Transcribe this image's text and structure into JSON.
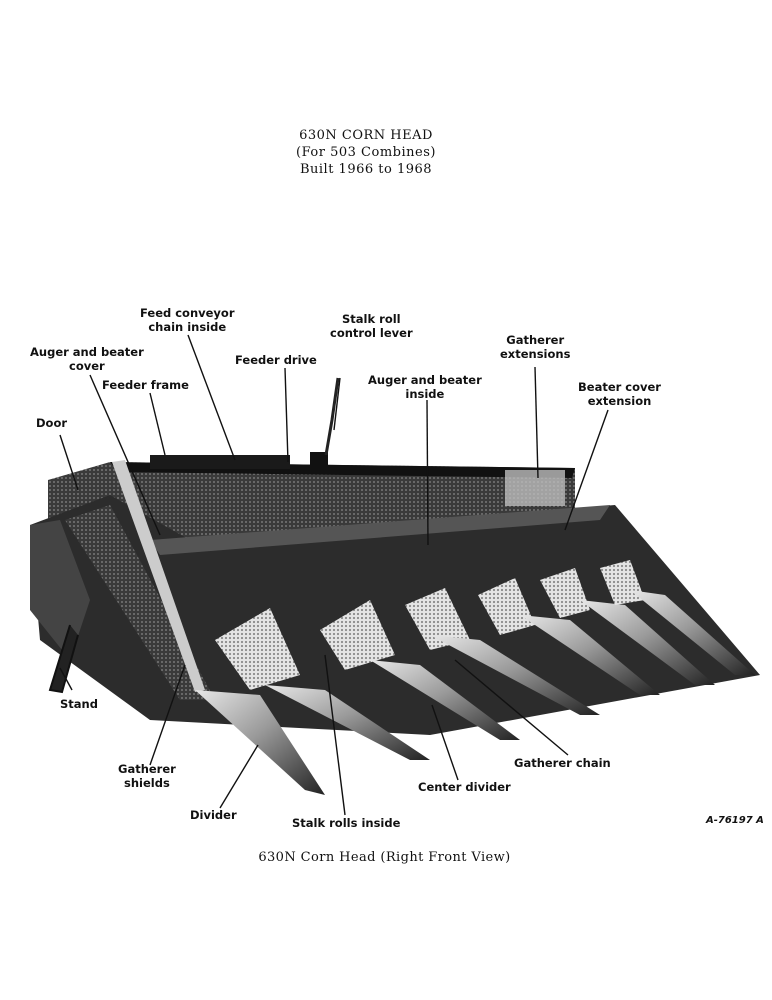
{
  "title": {
    "line1": "630N CORN HEAD",
    "line2": "(For 503 Combines)",
    "line3": "Built 1966 to 1968"
  },
  "labels": {
    "feed_conveyor": "Feed conveyor\nchain inside",
    "stalk_roll_lever": "Stalk roll\ncontrol lever",
    "gatherer_extensions": "Gatherer\nextensions",
    "auger_beater_cover": "Auger and beater\ncover",
    "feeder_drive": "Feeder drive",
    "auger_beater_inside": "Auger and beater\ninside",
    "beater_cover_extension": "Beater cover\nextension",
    "feeder_frame": "Feeder frame",
    "door": "Door",
    "stand": "Stand",
    "gatherer_shields": "Gatherer\nshields",
    "gatherer_chain": "Gatherer chain",
    "center_divider": "Center divider",
    "divider": "Divider",
    "stalk_rolls_inside": "Stalk rolls inside"
  },
  "caption": "630N Corn Head (Right Front View)",
  "reference": "A-76197 A"
}
